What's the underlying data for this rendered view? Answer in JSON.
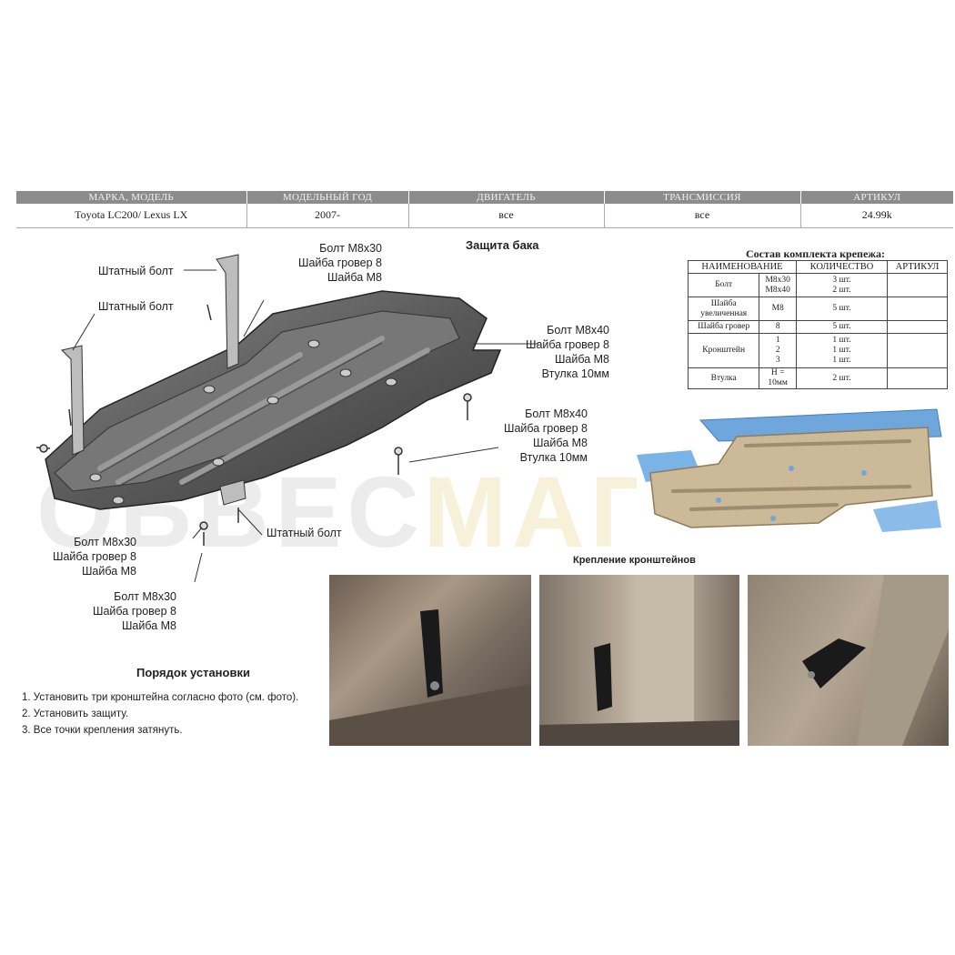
{
  "spec_table": {
    "headers": [
      "МАРКА, МОДЕЛЬ",
      "МОДЕЛЬНЫЙ ГОД",
      "ДВИГАТЕЛЬ",
      "ТРАНСМИССИЯ",
      "АРТИКУЛ"
    ],
    "row": [
      "Toyota LC200/  Lexus  LX",
      "2007-",
      "все",
      "все",
      "24.99k"
    ]
  },
  "diagram": {
    "title": "Защита бака",
    "labels": {
      "std_bolt_1": "Штатный болт",
      "std_bolt_2": "Штатный болт",
      "std_bolt_3": "Штатный болт",
      "top_group": [
        "Болт М8х30",
        "Шайба гровер 8",
        "Шайба М8"
      ],
      "right_group_1": [
        "Болт М8х40",
        "Шайба гровер 8",
        "Шайба М8",
        "Втулка 10мм"
      ],
      "right_group_2": [
        "Болт М8х40",
        "Шайба гровер 8",
        "Шайба М8",
        "Втулка 10мм"
      ],
      "left_group_1": [
        "Болт М8х30",
        "Шайба гровер 8",
        "Шайба М8"
      ],
      "left_group_2": [
        "Болт М8х30",
        "Шайба гровер 8",
        "Шайба М8"
      ]
    }
  },
  "kit": {
    "title": "Состав  комплекта  крепежа:",
    "headers": [
      "НАИМЕНОВАНИЕ",
      "КОЛИЧЕСТВО",
      "АРТИКУЛ"
    ],
    "rows": [
      {
        "name": "Болт",
        "sub": [
          "М8х30",
          "М8х40"
        ],
        "qty": [
          "3 шт.",
          "2 шт."
        ]
      },
      {
        "name": "Шайба увеличенная",
        "sub": [
          "М8"
        ],
        "qty": [
          "5 шт."
        ]
      },
      {
        "name": "Шайба гровер",
        "sub": [
          "8"
        ],
        "qty": [
          "5 шт."
        ]
      },
      {
        "name": "Кронштейн",
        "sub": [
          "1",
          "2",
          "3"
        ],
        "qty": [
          "1 шт.",
          "1 шт.",
          "1 шт."
        ]
      },
      {
        "name": "Втулка",
        "sub": [
          "Н = 10мм"
        ],
        "qty": [
          "2 шт."
        ]
      }
    ]
  },
  "install": {
    "title": "Порядок установки",
    "steps": [
      "1. Установить три кронштейна согласно фото (см. фото).",
      "2. Установить защиту.",
      "3. Все точки крепления затянуть."
    ]
  },
  "photos": {
    "caption": "Крепление кронштейнов"
  },
  "watermark": {
    "main": "ОБВЕС",
    "accent": "МАГ"
  }
}
